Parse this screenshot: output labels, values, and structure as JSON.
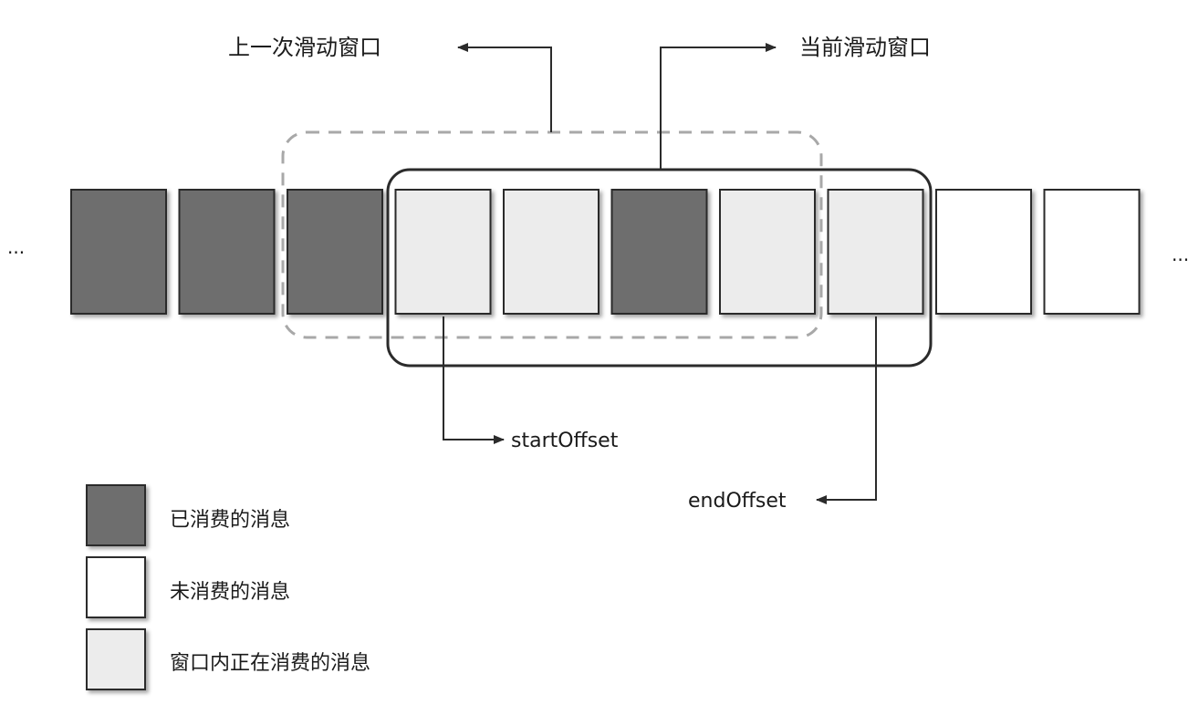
{
  "colors": {
    "consumed": "#6e6e6e",
    "unconsumed": "#ffffff",
    "in_window": "#ececec",
    "border": "#2b2b2b",
    "dashed_window": "#a8a8a8"
  },
  "ellipsis_left": "···",
  "ellipsis_right": "···",
  "messages": [
    "consumed",
    "consumed",
    "consumed",
    "in_window",
    "in_window",
    "consumed",
    "in_window",
    "in_window",
    "unconsumed",
    "unconsumed"
  ],
  "previous_window_label": "上一次滑动窗口",
  "current_window_label": "当前滑动窗口",
  "start_offset_label": "startOffset",
  "end_offset_label": "endOffset",
  "legend": [
    {
      "state": "consumed",
      "label": "已消费的消息"
    },
    {
      "state": "unconsumed",
      "label": "未消费的消息"
    },
    {
      "state": "in_window",
      "label": "窗口内正在消费的消息"
    }
  ]
}
